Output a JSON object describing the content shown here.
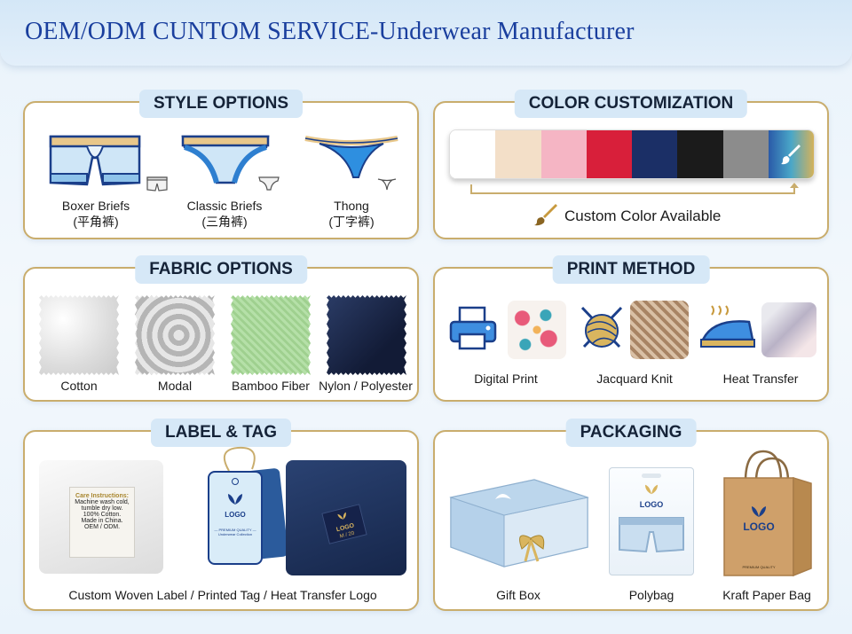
{
  "header": {
    "title": "OEM/ODM CUNTOM SERVICE-Underwear Manufacturer"
  },
  "style_options": {
    "title": "STYLE OPTIONS",
    "items": [
      {
        "name": "Boxer Briefs",
        "sub": "(平角裤)",
        "icon": "boxer-briefs-icon"
      },
      {
        "name": "Classic Briefs",
        "sub": "(三角裤)",
        "icon": "classic-briefs-icon"
      },
      {
        "name": "Thong",
        "sub": "(丁字裤)",
        "icon": "thong-icon"
      }
    ]
  },
  "color_customization": {
    "title": "COLOR CUSTOMIZATION",
    "swatches": [
      "#ffffff",
      "#f3dfc8",
      "#f5b5c4",
      "#d81f3a",
      "#1b2f66",
      "#1b1b1b",
      "#8c8c8c",
      "gradient"
    ],
    "custom_label": "Custom Color Available",
    "icon": "paintbrush-icon"
  },
  "fabric_options": {
    "title": "FABRIC OPTIONS",
    "items": [
      {
        "name": "Cotton",
        "color": "#ececec"
      },
      {
        "name": "Modal",
        "color": "#c8c8c8"
      },
      {
        "name": "Bamboo Fiber",
        "color": "#a9d79c"
      },
      {
        "name": "Nylon / Polyester",
        "color": "#1c2a4d"
      }
    ]
  },
  "print_method": {
    "title": "PRINT METHOD",
    "items": [
      {
        "name": "Digital Print",
        "icon": "printer-icon"
      },
      {
        "name": "Jacquard Knit",
        "icon": "yarn-ball-icon"
      },
      {
        "name": "Heat Transfer",
        "icon": "heat-press-icon"
      }
    ]
  },
  "label_tag": {
    "title": "LABEL & TAG",
    "caption": "Custom Woven Label / Printed Tag / Heat Transfer Logo",
    "care_label": {
      "heading": "Care Instructions:",
      "lines": [
        "Machine wash cold,",
        "tumble dry low.",
        "100% Cotton.",
        "Made in China.",
        "OEM / ODM."
      ]
    },
    "hang_tag": {
      "logo": "LOGO",
      "line1": "— PREMIUM QUALITY —",
      "line2": "Underwear Collection"
    },
    "heat_logo": {
      "logo": "LOGO",
      "size": "M / 20"
    }
  },
  "packaging": {
    "title": "PACKAGING",
    "items": [
      {
        "name": "Gift Box"
      },
      {
        "name": "Polybag",
        "logo": "LOGO"
      },
      {
        "name": "Kraft Paper Bag",
        "logo": "LOGO",
        "small": "PREMIUM QUALITY"
      }
    ]
  }
}
